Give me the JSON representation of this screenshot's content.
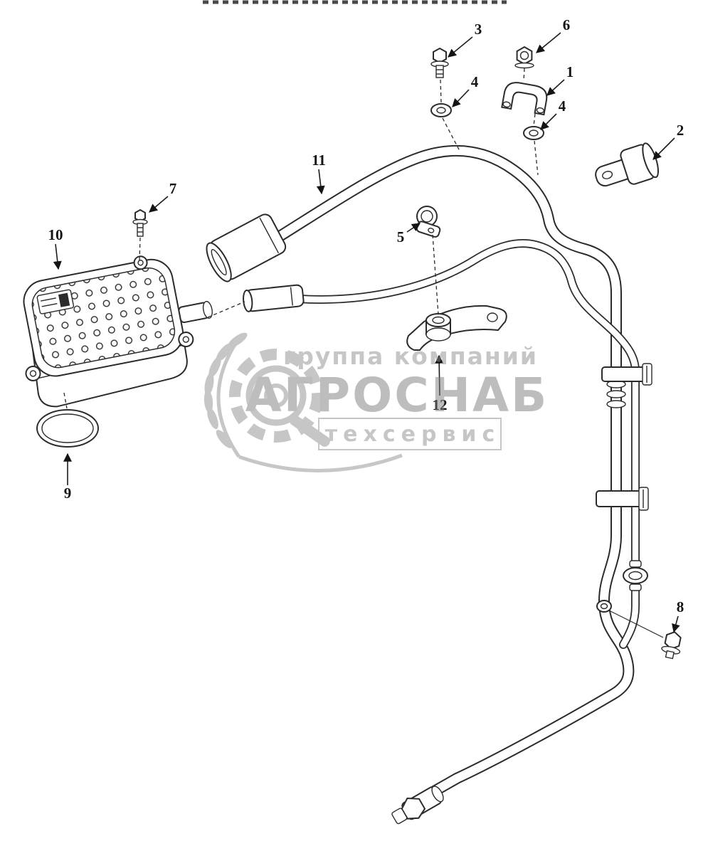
{
  "drawing": {
    "line_color": "#2b2b2b",
    "watermark_color": "#8f8f8f",
    "background": "#ffffff"
  },
  "callouts": {
    "n1": "1",
    "n2": "2",
    "n3": "3",
    "n4": "4",
    "n5": "5",
    "n6": "6",
    "n7": "7",
    "n8": "8",
    "n9": "9",
    "n10": "10",
    "n11": "11",
    "n12": "12"
  },
  "watermark": {
    "top": "группа компаний",
    "main": "АГРОСНАБ",
    "bottom": "техсервис"
  }
}
